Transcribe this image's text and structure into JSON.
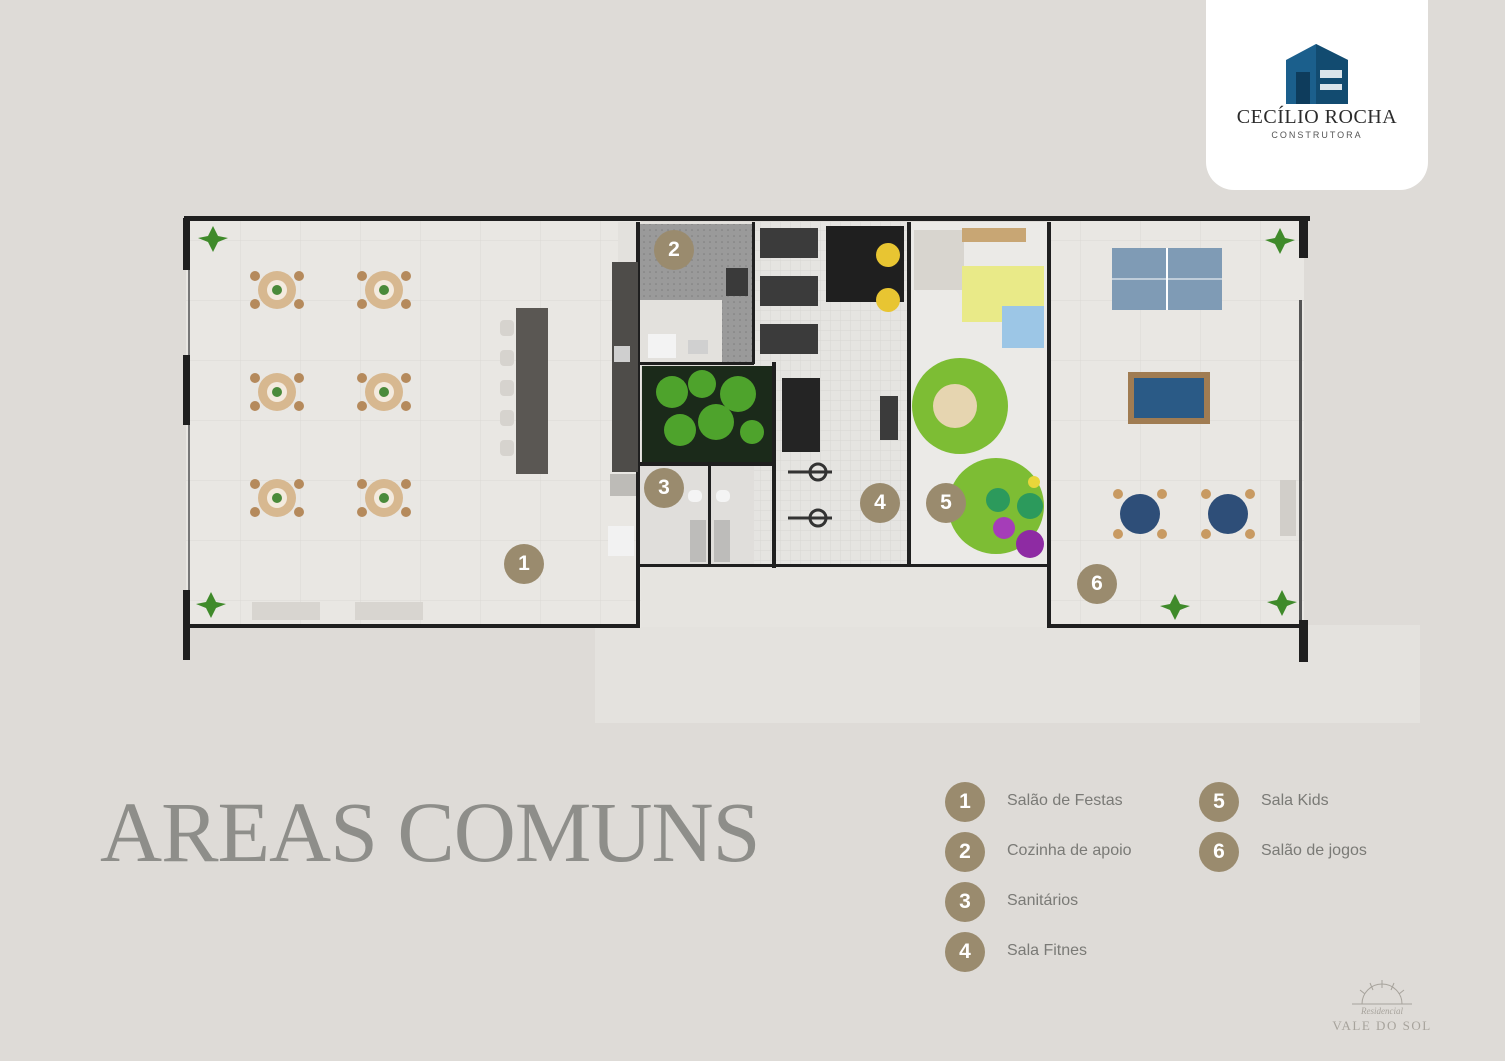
{
  "logo": {
    "name": "CECÍLIO ROCHA",
    "subtitle": "CONSTRUTORA"
  },
  "title": "AREAS COMUNS",
  "markers": [
    "1",
    "2",
    "3",
    "4",
    "5",
    "6"
  ],
  "legend": [
    {
      "number": "1",
      "label": "Salão de Festas"
    },
    {
      "number": "2",
      "label": "Cozinha de apoio"
    },
    {
      "number": "3",
      "label": "Sanitários"
    },
    {
      "number": "4",
      "label": "Sala Fitnes"
    },
    {
      "number": "5",
      "label": "Sala Kids"
    },
    {
      "number": "6",
      "label": "Salão de jogos"
    }
  ],
  "brand": {
    "script": "Residencial",
    "name": "VALE DO SOL"
  },
  "colors": {
    "badge": "#9a8b6e",
    "background": "#dedbd7",
    "logo_blue": "#1b5f8c"
  }
}
